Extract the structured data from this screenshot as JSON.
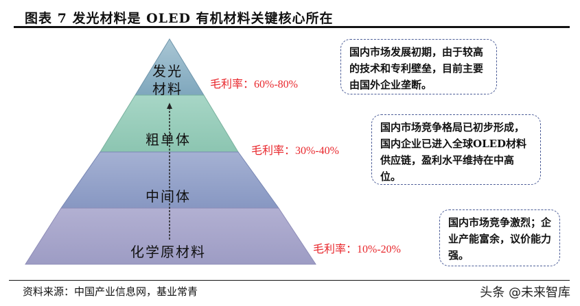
{
  "header": {
    "title": "图表 7 发光材料是 OLED 有机材料关键核心所在"
  },
  "pyramid": {
    "layers": [
      {
        "label_line1": "发光",
        "label_line2": "材料",
        "color": "#8fb3c6",
        "margin": "毛利率：60%-80%"
      },
      {
        "label": "粗单体",
        "color": "#9dcfbe",
        "margin": "毛利率：30%-40%"
      },
      {
        "label": "中间体",
        "color": "#95a2c9",
        "margin": ""
      },
      {
        "label": "化学原材料",
        "color": "#a8a7c9",
        "margin": "毛利率：10%-20%"
      }
    ],
    "arrow": "dashed-up-arrow"
  },
  "notes": [
    {
      "text": "国内市场发展初期，由于较高的技术和专利壁垒，目前主要由国外企业垄断。"
    },
    {
      "text": "国内市场竞争格局已初步形成，国内企业已进入全球OLED材料供应链，盈利水平维持在中高位。"
    },
    {
      "text": "国内市场竞争激烈；企业产能富余，议价能力强。"
    }
  ],
  "footer": {
    "source": "资料来源：中国产业信息网，基业常青",
    "watermark": "头条 @未来智库"
  },
  "colors": {
    "margin_text": "#e8262b",
    "note_border": "#4b5c97"
  }
}
